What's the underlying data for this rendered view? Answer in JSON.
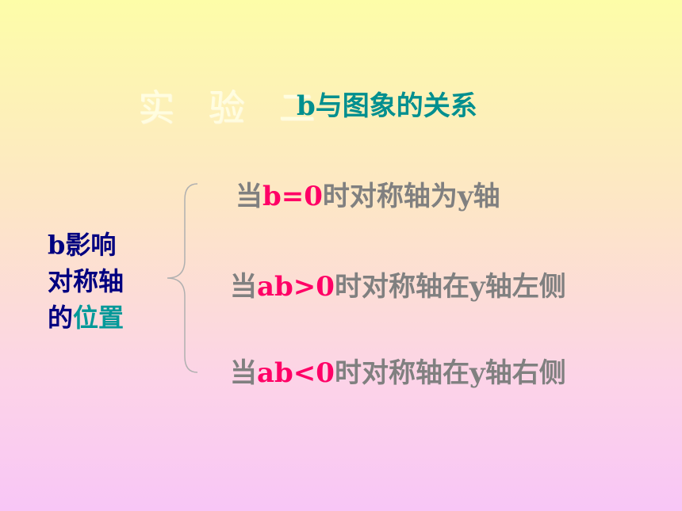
{
  "title": {
    "main": "实 验 二",
    "sub": "b与图象的关系"
  },
  "topic": {
    "line1": "b影响",
    "line2": "对称轴",
    "line3_prefix": "的",
    "line3_highlight": "位置"
  },
  "cases": [
    {
      "prefix": "当",
      "accent": "b=0",
      "suffix": "时对称轴为y轴"
    },
    {
      "prefix": "当",
      "accent": "ab>0",
      "suffix": "时对称轴在y轴左侧"
    },
    {
      "prefix": "当",
      "accent": "ab<0",
      "suffix": "时对称轴在y轴右侧"
    }
  ],
  "colors": {
    "title_main": "#fffde0",
    "title_sub": "#008f8f",
    "topic": "#000080",
    "topic_highlight": "#009999",
    "case_text": "#808080",
    "case_accent": "#ff0066",
    "bracket": "#b0b0b0"
  }
}
